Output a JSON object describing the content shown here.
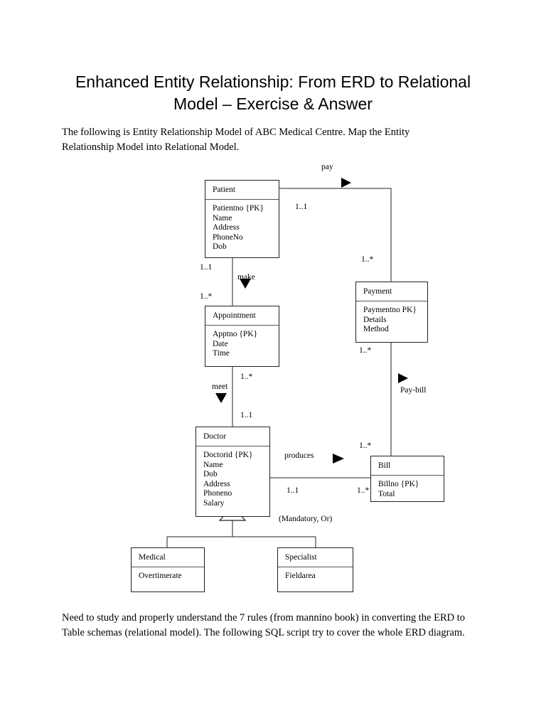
{
  "document": {
    "title": "Enhanced Entity Relationship: From ERD to Relational Model – Exercise & Answer",
    "intro_paragraph": "The following is Entity Relationship Model of ABC Medical Centre. Map the Entity Relationship Model into Relational Model.",
    "outro_paragraph": "Need to study and properly understand the 7 rules (from mannino book) in converting the ERD to Table schemas (relational model). The following SQL script try to cover the whole ERD diagram."
  },
  "erd": {
    "entities": [
      {
        "id": "patient",
        "name": "Patient",
        "attributes": [
          "Patientno {PK}",
          "Name",
          "Address",
          "PhoneNo",
          "Dob"
        ]
      },
      {
        "id": "payment",
        "name": "Payment",
        "attributes": [
          "Paymentno  PK}",
          "Details",
          "Method"
        ]
      },
      {
        "id": "appointment",
        "name": "Appointment",
        "attributes": [
          "Apptno {PK}",
          "Date",
          "Time"
        ]
      },
      {
        "id": "doctor",
        "name": "Doctor",
        "attributes": [
          "Doctorid {PK}",
          "Name",
          "Dob",
          "Address",
          "Phoneno",
          "Salary"
        ]
      },
      {
        "id": "bill",
        "name": "Bill",
        "attributes": [
          "Billno {PK}",
          "Total"
        ]
      },
      {
        "id": "medical",
        "name": "Medical",
        "attributes": [
          "Overtimerate"
        ]
      },
      {
        "id": "specialist",
        "name": "Specialist",
        "attributes": [
          "Fieldarea"
        ]
      }
    ],
    "relationships": [
      {
        "id": "pay",
        "label": "pay"
      },
      {
        "id": "make",
        "label": "make"
      },
      {
        "id": "meet",
        "label": "meet"
      },
      {
        "id": "produces",
        "label": "produces"
      },
      {
        "id": "paybill",
        "label": "Pay-bill"
      }
    ],
    "multiplicities": {
      "patient_pay": "1..1",
      "payment_pay": "1..*",
      "patient_make": "1..1",
      "appointment_make": "1..*",
      "appointment_meet": "1..*",
      "doctor_meet": "1..1",
      "doctor_produces": "1..1",
      "bill_produces": "1..*",
      "payment_paybill": "1..*",
      "bill_paybill": "1..*"
    },
    "generalization": {
      "constraint": "(Mandatory, Or)",
      "superclass": "Doctor",
      "subclasses": [
        "Medical",
        "Specialist"
      ]
    },
    "colors": {
      "line": "#222222",
      "text": "#000000",
      "background": "#ffffff"
    }
  }
}
